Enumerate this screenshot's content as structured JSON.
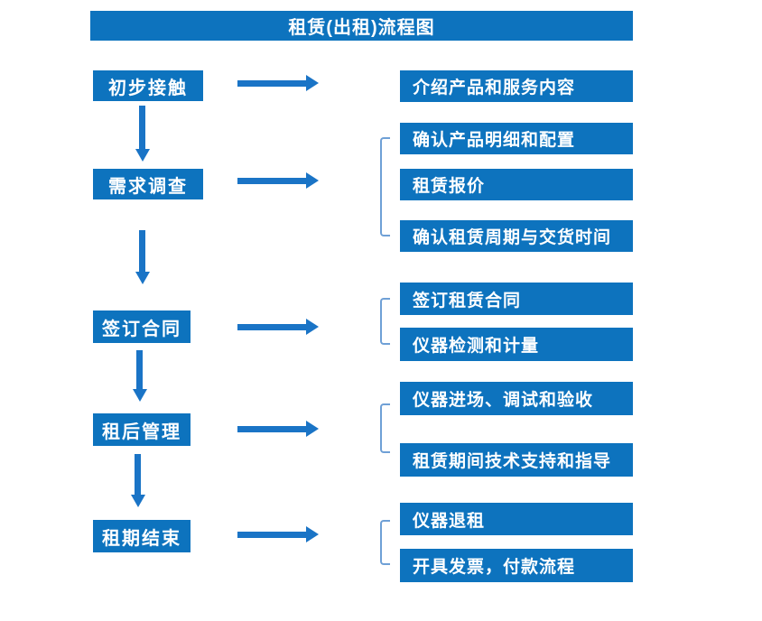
{
  "title": "租赁(出租)流程图",
  "steps": [
    {
      "label": "初步接触",
      "outputs": [
        "介绍产品和服务内容"
      ]
    },
    {
      "label": "需求调查",
      "outputs": [
        "确认产品明细和配置",
        "租赁报价",
        "确认租赁周期与交货时间"
      ]
    },
    {
      "label": "签订合同",
      "outputs": [
        "签订租赁合同",
        "仪器检测和计量"
      ]
    },
    {
      "label": "租后管理",
      "outputs": [
        "仪器进场、调试和验收",
        "租赁期间技术支持和指导"
      ]
    },
    {
      "label": "租期结束",
      "outputs": [
        "仪器退租",
        "开具发票，付款流程"
      ]
    }
  ],
  "colors": {
    "box_fill": "#0D73BE",
    "arrow": "#1A74C6",
    "bracket": "#6FA0D6",
    "text": "#FFFFFF",
    "background": "#FFFFFF"
  }
}
